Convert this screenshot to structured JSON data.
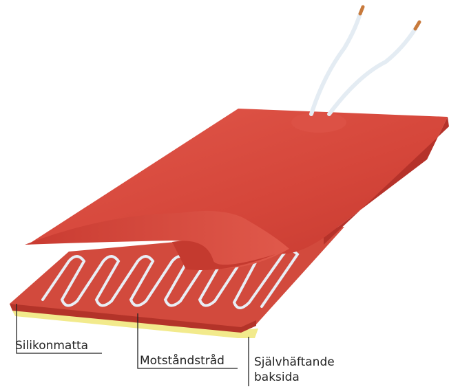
{
  "labels": {
    "silicone_mat": "Silikonmatta",
    "resistance_wire": "Motståndstråd",
    "adhesive_line1": "Självhäftande",
    "adhesive_line2": "baksida"
  },
  "colors": {
    "mat_red": "#d9453a",
    "mat_dark": "#b5322a",
    "wire": "#e8eef5",
    "adhesive_yellow": "#f2ea8c",
    "leader_line": "#222222"
  }
}
